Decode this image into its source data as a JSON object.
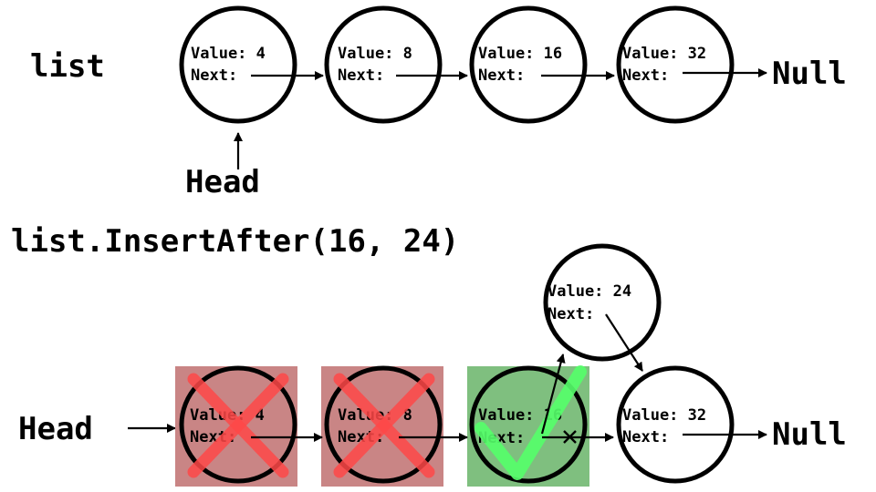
{
  "labels": {
    "list": "list",
    "head": "Head",
    "null": "Null",
    "call": "list.InsertAfter(16, 24)",
    "value_prefix": "Value:",
    "next_label": "Next:"
  },
  "top_nodes": [
    {
      "value": "4"
    },
    {
      "value": "8"
    },
    {
      "value": "16"
    },
    {
      "value": "32"
    }
  ],
  "bottom_nodes": [
    {
      "value": "4",
      "status": "rejected"
    },
    {
      "value": "8",
      "status": "rejected"
    },
    {
      "value": "16",
      "status": "accepted"
    },
    {
      "value": "24",
      "status": "inserted"
    },
    {
      "value": "32",
      "status": "normal"
    }
  ],
  "colors": {
    "rejected_fill": "#c98585",
    "rejected_mark": "#ff4848",
    "accepted_fill": "#7fbf7f",
    "accepted_mark": "#55ff6a",
    "accepted_text": "#0a6a0a",
    "line": "#000000"
  }
}
